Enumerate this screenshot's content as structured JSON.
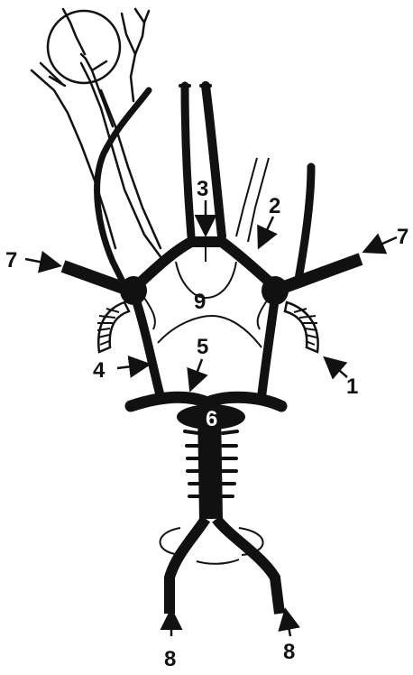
{
  "diagram": {
    "labels": {
      "l1": "1",
      "l2": "2",
      "l3": "3",
      "l4": "4",
      "l5": "5",
      "l6": "6",
      "l7_left": "7",
      "l7_right": "7",
      "l8_left": "8",
      "l8_right": "8",
      "l9": "9"
    },
    "colors": {
      "ink": "#111111",
      "background": "#ffffff"
    }
  }
}
